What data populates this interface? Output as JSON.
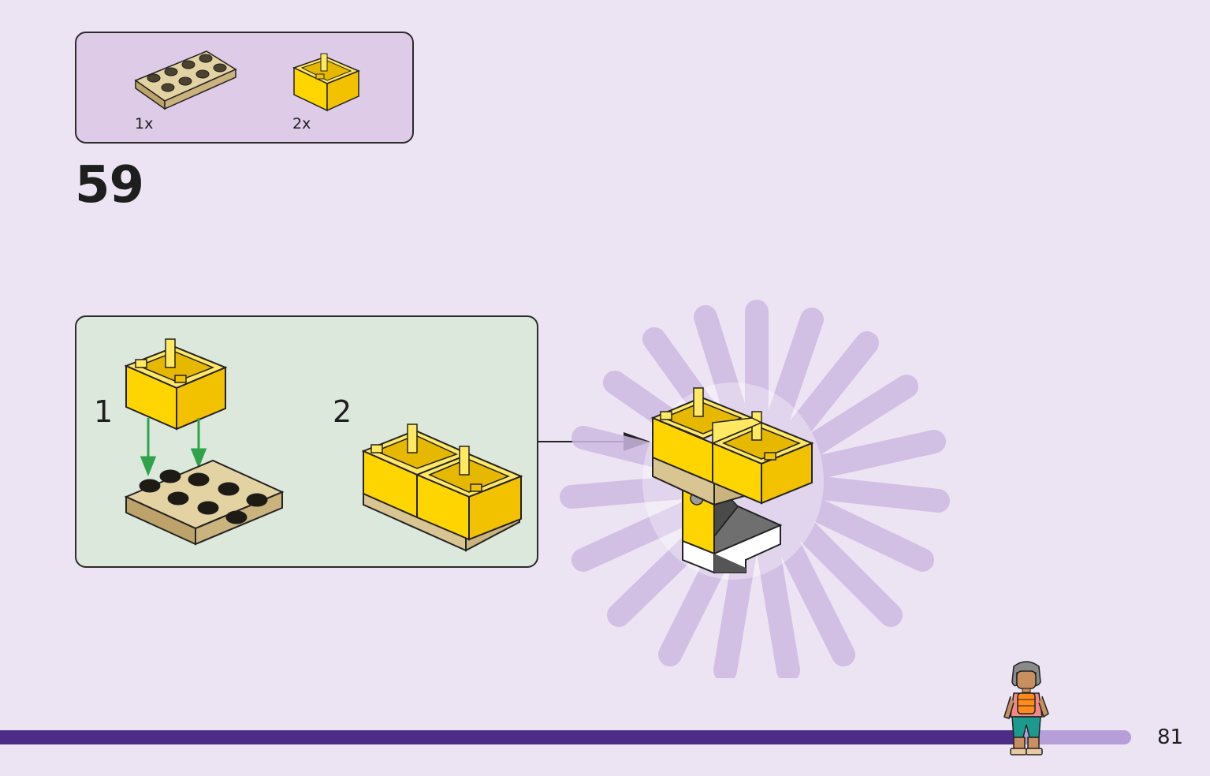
{
  "parts": [
    {
      "name": "tan-plate-2x4",
      "count": "1x",
      "color": "#d9c592"
    },
    {
      "name": "yellow-brick-2x2-open",
      "count": "2x",
      "color": "#ffdb00"
    }
  ],
  "step": "59",
  "substeps": [
    "1",
    "2"
  ],
  "page_number": "81",
  "colors": {
    "background": "#ece4f3",
    "parts_panel": "#ddcbe8",
    "substep_panel": "#dde8dd",
    "brick_yellow": "#ffdb00",
    "brick_tan": "#d9c592",
    "arrow_green": "#2fa34a",
    "footer_bar": "#4c2c86",
    "footer_bar_light": "#b69fd8"
  }
}
